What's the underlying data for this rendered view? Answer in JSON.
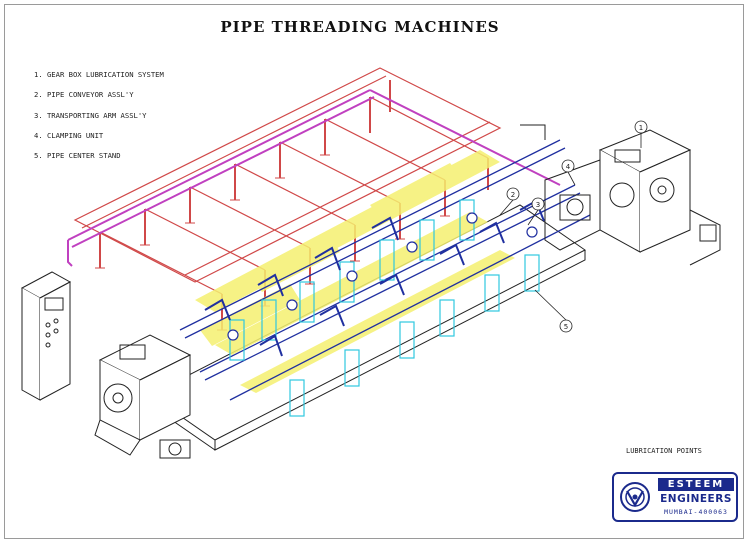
{
  "title": "PIPE THREADING MACHINES",
  "legend": [
    "1.  GEAR BOX LUBRICATION SYSTEM",
    "2.  PIPE CONVEYOR ASSL'Y",
    "3.  TRANSPORTING ARM ASSL'Y",
    "4.  CLAMPING UNIT",
    "5.  PIPE CENTER STAND"
  ],
  "callouts": [
    "1",
    "2",
    "3",
    "4",
    "5"
  ],
  "lubrication_label": "LUBRICATION POINTS",
  "logo": {
    "name": "ESTEEM",
    "subtitle": "ENGINEERS",
    "city": "MUMBAI-400063"
  },
  "colors": {
    "lubrication_lines": "#c040c0",
    "overhead_rack": "#d04848",
    "conveyor_highlight": "#f5f070",
    "stands": "#30c8e0",
    "arms": "#2030a0",
    "machine_outline": "#222222",
    "logo_blue": "#1b2a8c"
  }
}
